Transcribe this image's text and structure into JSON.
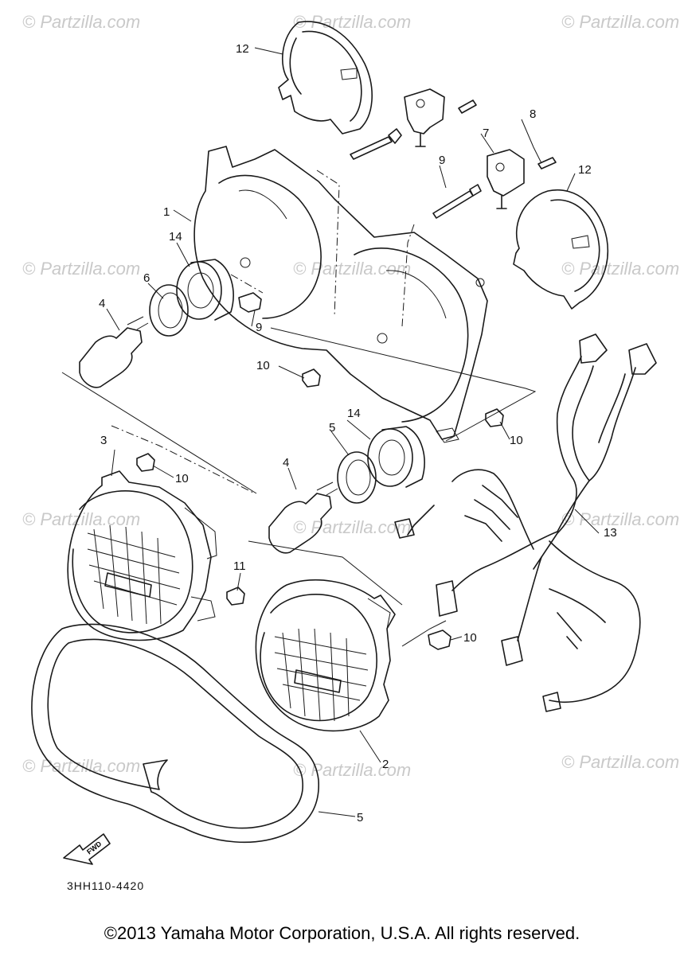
{
  "watermark": "© Partzilla.com",
  "diagram_code": "3HH110-4420",
  "fwd_label": "FWD",
  "footer": "©2013  Yamaha Motor Corporation, U.S.A. All rights reserved.",
  "callouts": [
    "1",
    "2",
    "3",
    "4",
    "4",
    "5",
    "5",
    "6",
    "7",
    "8",
    "9",
    "9",
    "10",
    "10",
    "10",
    "10",
    "11",
    "12",
    "12",
    "13",
    "14",
    "14"
  ]
}
